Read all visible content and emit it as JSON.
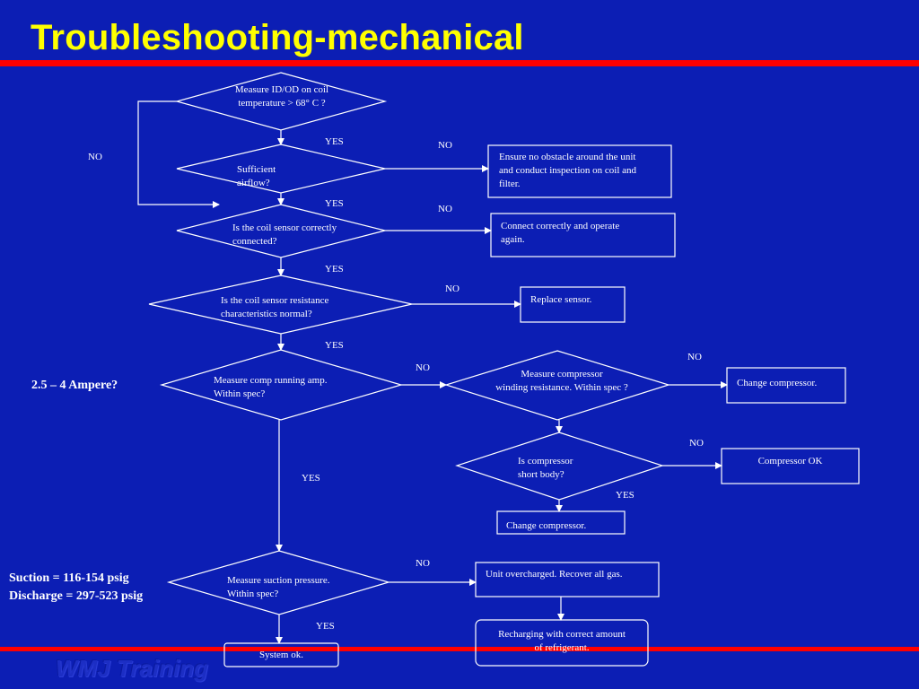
{
  "title": "Troubleshooting-mechanical",
  "footer": "WMJ Training",
  "decisions": {
    "d1": [
      "Measure ID/OD on coil",
      "temperature  > 68° C ?"
    ],
    "d2": [
      "Sufficient",
      "airflow?"
    ],
    "d3": [
      "Is the coil sensor correctly",
      "connected?"
    ],
    "d4": [
      "Is the coil sensor resistance",
      "characteristics normal?"
    ],
    "d5": [
      "Measure comp running amp.",
      "Within spec?"
    ],
    "d6": [
      "Measure compressor",
      "winding resistance. Within spec ?"
    ],
    "d7": [
      "Is compressor",
      "short body?"
    ],
    "d8": [
      "Measure suction pressure.",
      "Within spec?"
    ]
  },
  "actions": {
    "a1": [
      "Ensure no obstacle around the unit",
      "and conduct inspection on coil and",
      "filter."
    ],
    "a2": [
      "Connect correctly and operate",
      "again."
    ],
    "a3": [
      "Replace sensor."
    ],
    "a4": [
      "Change compressor."
    ],
    "a5": [
      "Compressor OK"
    ],
    "a6": [
      "Change compressor."
    ],
    "a7": [
      "Unit overcharged. Recover all gas."
    ],
    "a8": [
      "Recharging with correct amount",
      "of refrigerant."
    ],
    "a9": [
      "System ok."
    ]
  },
  "labels": {
    "yes": "YES",
    "no": "NO"
  },
  "notes": {
    "amp": "2.5 – 4 Ampere?",
    "suction": "Suction = 116-154 psig",
    "discharge": "Discharge = 297-523 psig"
  },
  "colors": {
    "background": "#0c1eb4",
    "title": "#ffff00",
    "bar": "#ff0000",
    "lines": "#ffffff"
  }
}
